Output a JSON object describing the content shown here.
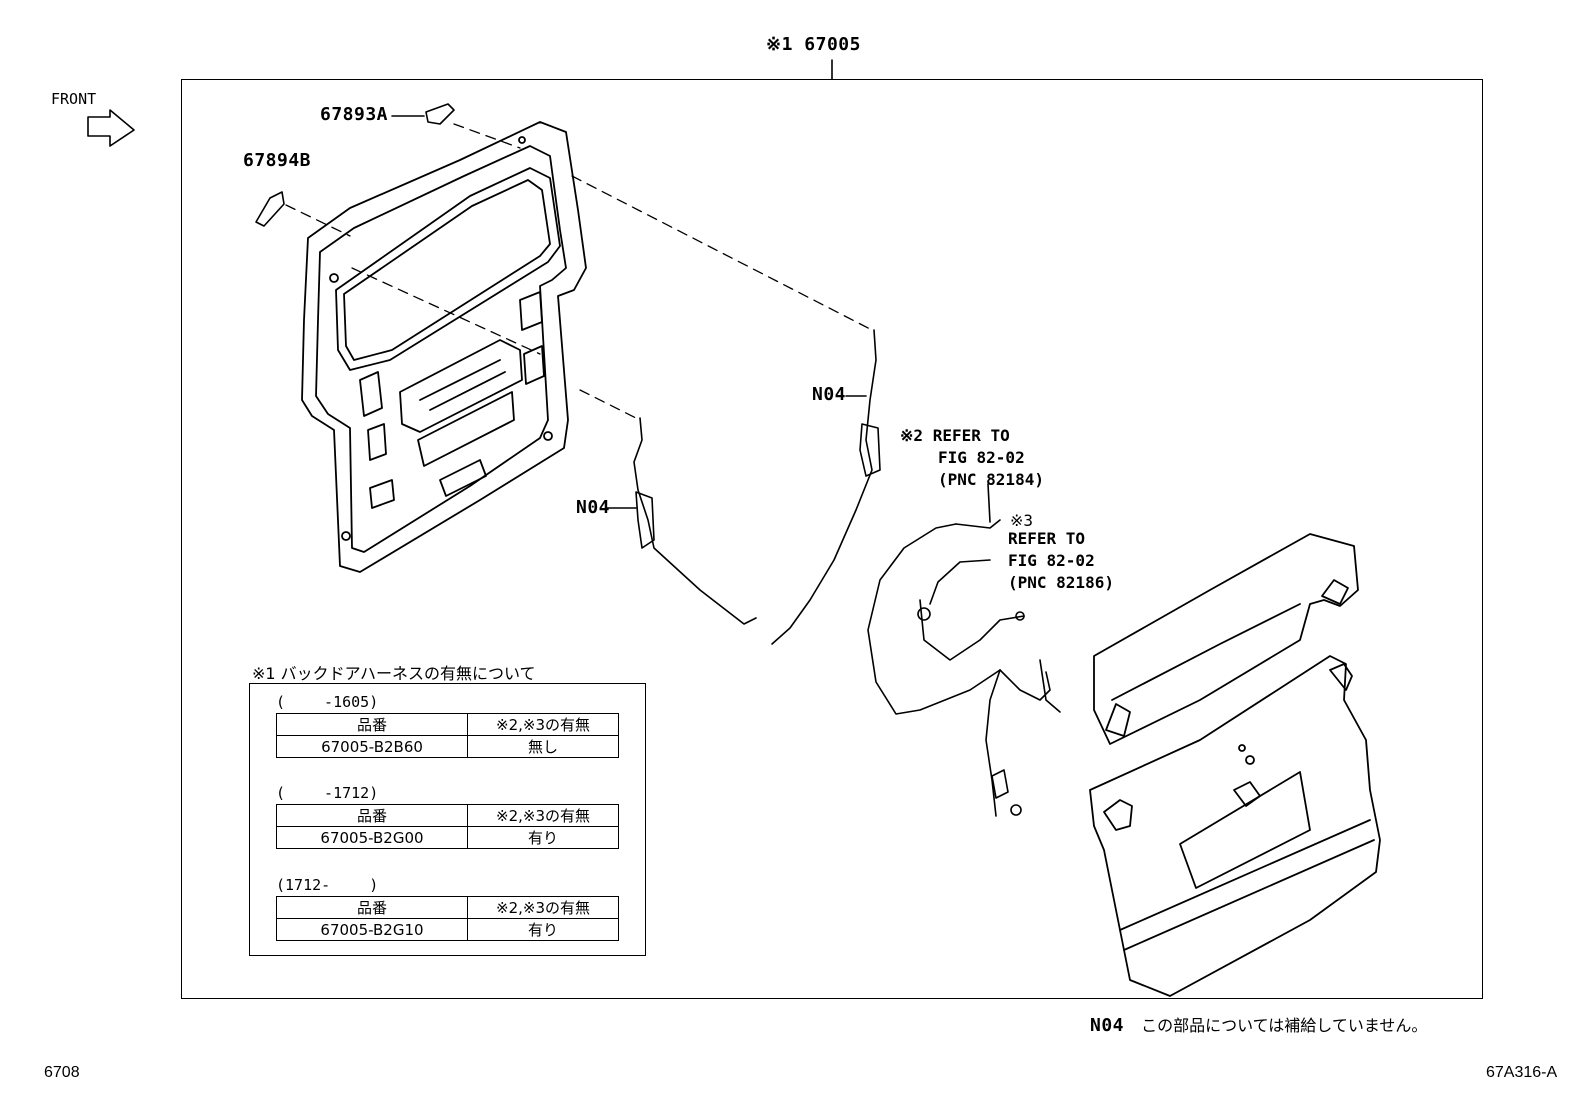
{
  "main_assembly": {
    "marker": "※1",
    "part_no": "67005"
  },
  "front_label": "FRONT",
  "parts": {
    "p67893a": "67893A",
    "p67894b": "67894B",
    "n04_left": "N04",
    "n04_mid": "N04"
  },
  "refer_2": {
    "marker": "※2",
    "line1": "REFER TO",
    "line2": "FIG 82-02",
    "line3": "(PNC 82184)"
  },
  "refer_3": {
    "marker": "※3",
    "line1": "REFER TO",
    "line2": "FIG 82-02",
    "line3": "(PNC 82186)"
  },
  "harness_note": {
    "title": "※1 バックドアハーネスの有無について",
    "groups": [
      {
        "range": "(　　 -1605)",
        "header_part": "品番",
        "header_avail": "※2,※3の有無",
        "part": "67005-B2B60",
        "avail": "無し"
      },
      {
        "range": "(　　 -1712)",
        "header_part": "品番",
        "header_avail": "※2,※3の有無",
        "part": "67005-B2G00",
        "avail": "有り"
      },
      {
        "range": "(1712-　　 )",
        "header_part": "品番",
        "header_avail": "※2,※3の有無",
        "part": "67005-B2G10",
        "avail": "有り"
      }
    ]
  },
  "footnote": {
    "code": "N04",
    "text": "この部品については補給していません。"
  },
  "page_left": "6708",
  "page_right": "67A316-A"
}
